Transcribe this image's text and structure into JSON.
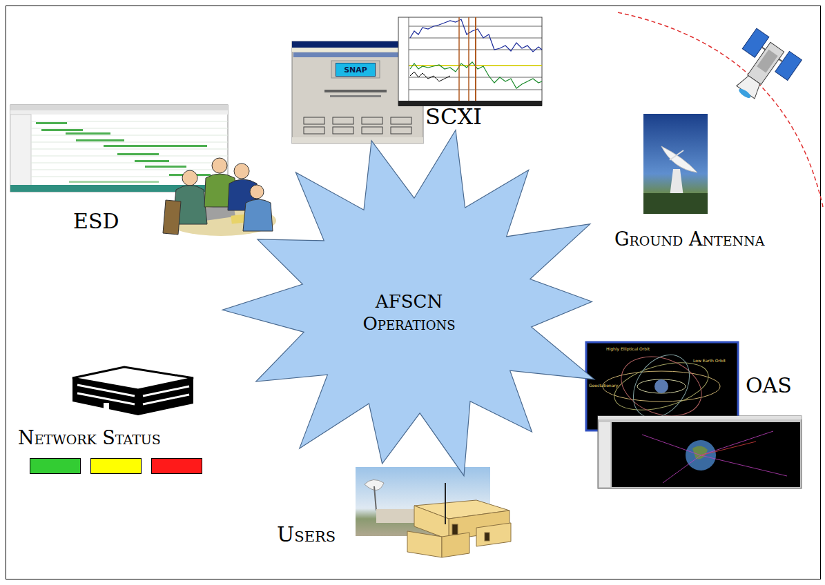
{
  "diagram": {
    "nodes": [
      {
        "text": [
          "AFSCN Operations"
        ]
      },
      {
        "text": [
          "SNAP"
        ]
      }
    ],
    "labels": [
      "ESD",
      "SCXI",
      "Ground Antenna",
      "OAS",
      "Users",
      "Network Status",
      "Highly Elliptical Orbit",
      "Low Earth Orbit",
      "Geostationary"
    ]
  }
}
